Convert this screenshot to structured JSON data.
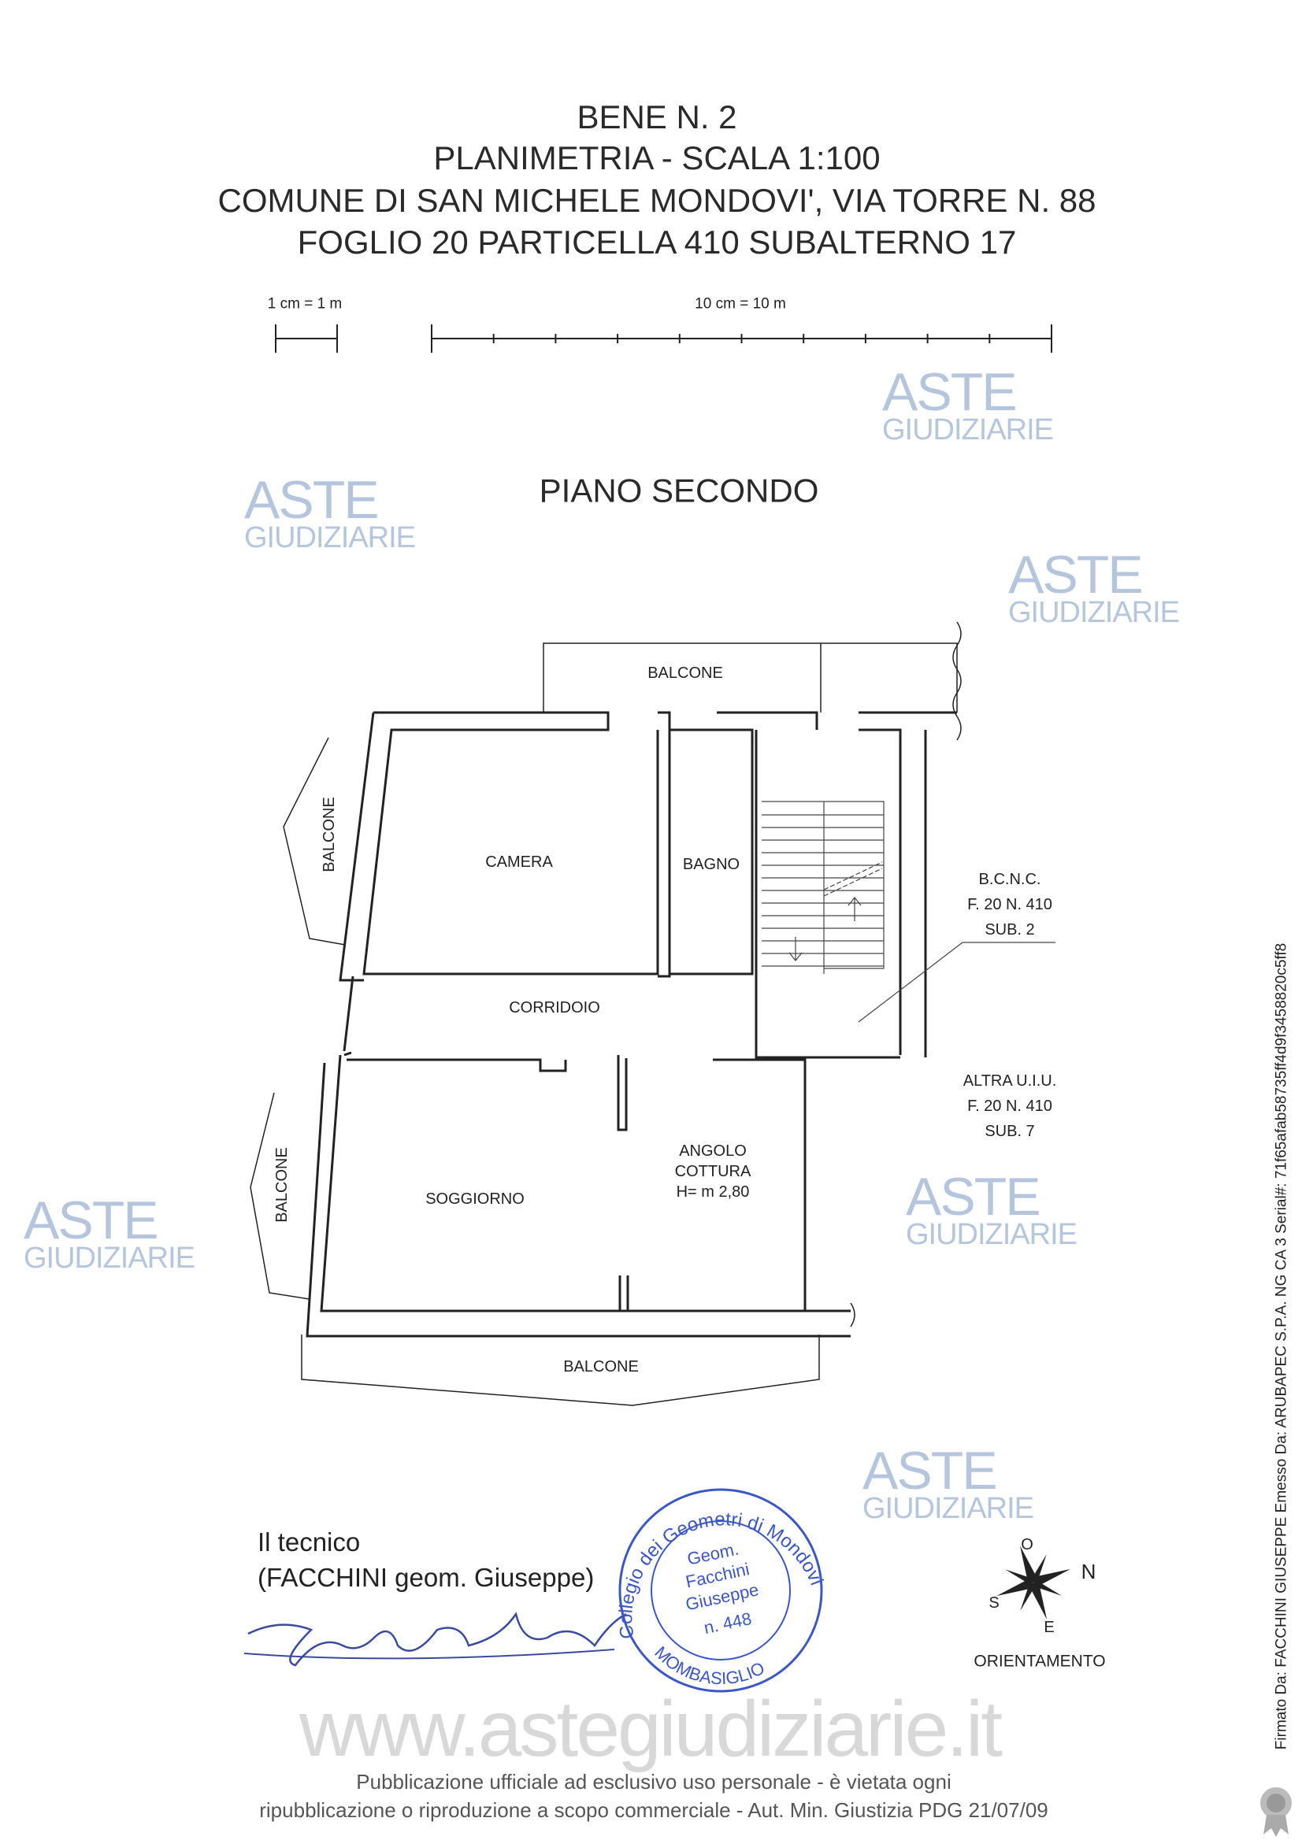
{
  "header": {
    "line1": "BENE N. 2",
    "line2": "PLANIMETRIA - SCALA 1:100",
    "line3": "COMUNE DI SAN MICHELE MONDOVI', VIA TORRE N. 88",
    "line4": "FOGLIO 20 PARTICELLA 410 SUBALTERNO 17"
  },
  "scale": {
    "small_label": "1 cm = 1 m",
    "large_label": "10 cm = 10 m"
  },
  "floor_title": "PIANO SECONDO",
  "rooms": {
    "balcone_top": "BALCONE",
    "balcone_left_top": "BALCONE",
    "balcone_left_bottom": "BALCONE",
    "balcone_bottom": "BALCONE",
    "camera": "CAMERA",
    "bagno": "BAGNO",
    "corridoio": "CORRIDOIO",
    "soggiorno": "SOGGIORNO",
    "angolo_cottura_1": "ANGOLO",
    "angolo_cottura_2": "COTTURA",
    "height": "H= m 2,80"
  },
  "annotations": {
    "bcnc": [
      "B.C.N.C.",
      "F. 20 N. 410",
      "SUB. 2"
    ],
    "altra": [
      "ALTRA U.I.U.",
      "F. 20 N. 410",
      "SUB. 7"
    ]
  },
  "signature": {
    "line1": "Il tecnico",
    "line2": "(FACCHINI geom. Giuseppe)"
  },
  "stamp": {
    "ring_top": "Collegio dei Geometri di Mondovi",
    "ring_bottom": "MOMBASIGLIO",
    "center": [
      "Geom.",
      "Facchini",
      "Giuseppe",
      "n. 448"
    ]
  },
  "compass": {
    "n": "N",
    "s": "S",
    "e": "E",
    "o": "O",
    "label": "ORIENTAMENTO"
  },
  "watermark": {
    "aste": "ASTE",
    "giudiziarie": "GIUDIZIARIE",
    "site": "www.astegiudiziarie.it"
  },
  "footer": {
    "line1": "Pubblicazione ufficiale ad esclusivo uso personale - è vietata ogni",
    "line2": "ripubblicazione o riproduzione a scopo commerciale - Aut. Min. Giustizia PDG 21/07/09"
  },
  "digital_signature": "Firmato Da: FACCHINI GIUSEPPE Emesso Da: ARUBAPEC S.P.A. NG CA 3 Serial#: 71f65afab58735ff4d9f3458820c5ff8",
  "colors": {
    "watermark": "#9db2d3",
    "stamp": "#3b56c8",
    "gavel": "#e6cdb0"
  }
}
